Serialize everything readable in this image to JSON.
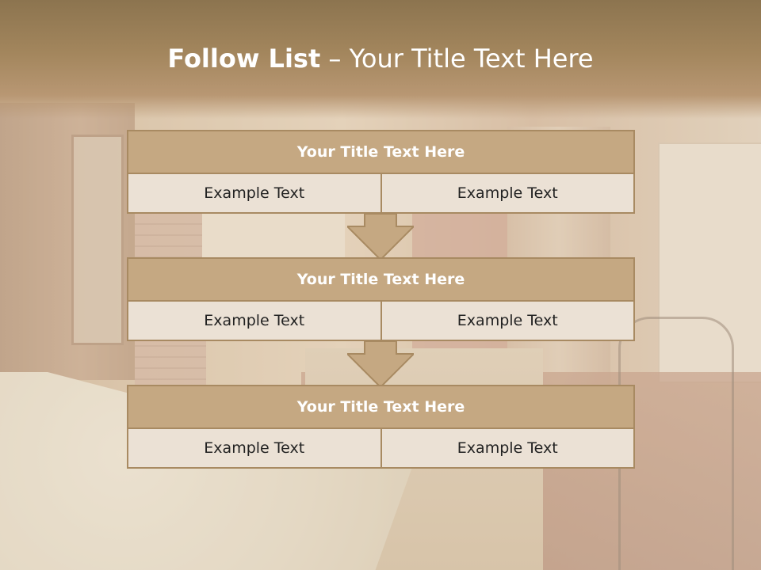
{
  "slide": {
    "title_bold": "Follow List",
    "title_rest": " – Your Title Text Here"
  },
  "steps": [
    {
      "title": "Your Title Text Here",
      "left": "Example Text",
      "right": "Example Text"
    },
    {
      "title": "Your Title Text Here",
      "left": "Example Text",
      "right": "Example Text"
    },
    {
      "title": "Your Title Text Here",
      "left": "Example Text",
      "right": "Example Text"
    }
  ],
  "colors": {
    "header_band": "#a3865d",
    "box_title_fill": "#c5a882",
    "box_border": "#a88a62",
    "cell_fill": "#ebe1d5",
    "arrow_fill": "#c5a882"
  },
  "icons": [
    "down-arrow-icon",
    "down-arrow-icon"
  ]
}
